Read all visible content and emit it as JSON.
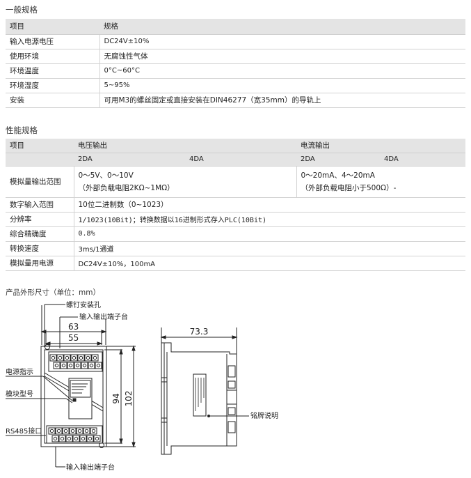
{
  "general": {
    "title": "一般规格",
    "header": [
      "项目",
      "规格"
    ],
    "rows": [
      [
        "输入电源电压",
        "DC24V±10%"
      ],
      [
        "使用环境",
        "无腐蚀性气体"
      ],
      [
        "环境温度",
        "0°C~60°C"
      ],
      [
        "环境湿度",
        "5~95%"
      ],
      [
        "安装",
        "可用M3的螺丝固定或直接安装在DIN46277（宽35mm）的导轨上"
      ]
    ]
  },
  "performance": {
    "title": "性能规格",
    "header": [
      "项目",
      "电压输出",
      "电流输出"
    ],
    "subheader": [
      "2DA",
      "4DA",
      "2DA",
      "4DA"
    ],
    "analog_range": {
      "label": "模拟量输出范围",
      "voltage_line1": "0～5V、0～10V",
      "voltage_line2": "（外部负载电阻2KΩ~1MΩ）",
      "current_line1": "0～20mA、4～20mA",
      "current_line2": "（外部负载电阻小于500Ω）-"
    },
    "rows": [
      [
        "数字输入范围",
        "10位二进制数（0~1023）"
      ],
      [
        "分辨率",
        "1/1023(10Bit)；转换数据以16进制形式存入PLC(10Bit)"
      ],
      [
        "综合精确度",
        "0.8%"
      ],
      [
        "转换速度",
        "3ms/1通道"
      ],
      [
        "模拟量用电源",
        "DC24V±10%，100mA"
      ]
    ]
  },
  "dimensions": {
    "title": "产品外形尺寸（单位：mm）",
    "labels": {
      "screw_hole": "螺钉安装孔",
      "io_terminal_top": "输入输出端子台",
      "power_indicator": "电源指示",
      "module_model": "模块型号",
      "rs485": "RS485接口",
      "io_terminal_bottom": "输入输出端子台",
      "nameplate": "铭牌说明"
    },
    "dims": {
      "outer_width": "63",
      "inner_width": "55",
      "inner_height": "94",
      "outer_height": "102",
      "depth": "73.3"
    }
  }
}
